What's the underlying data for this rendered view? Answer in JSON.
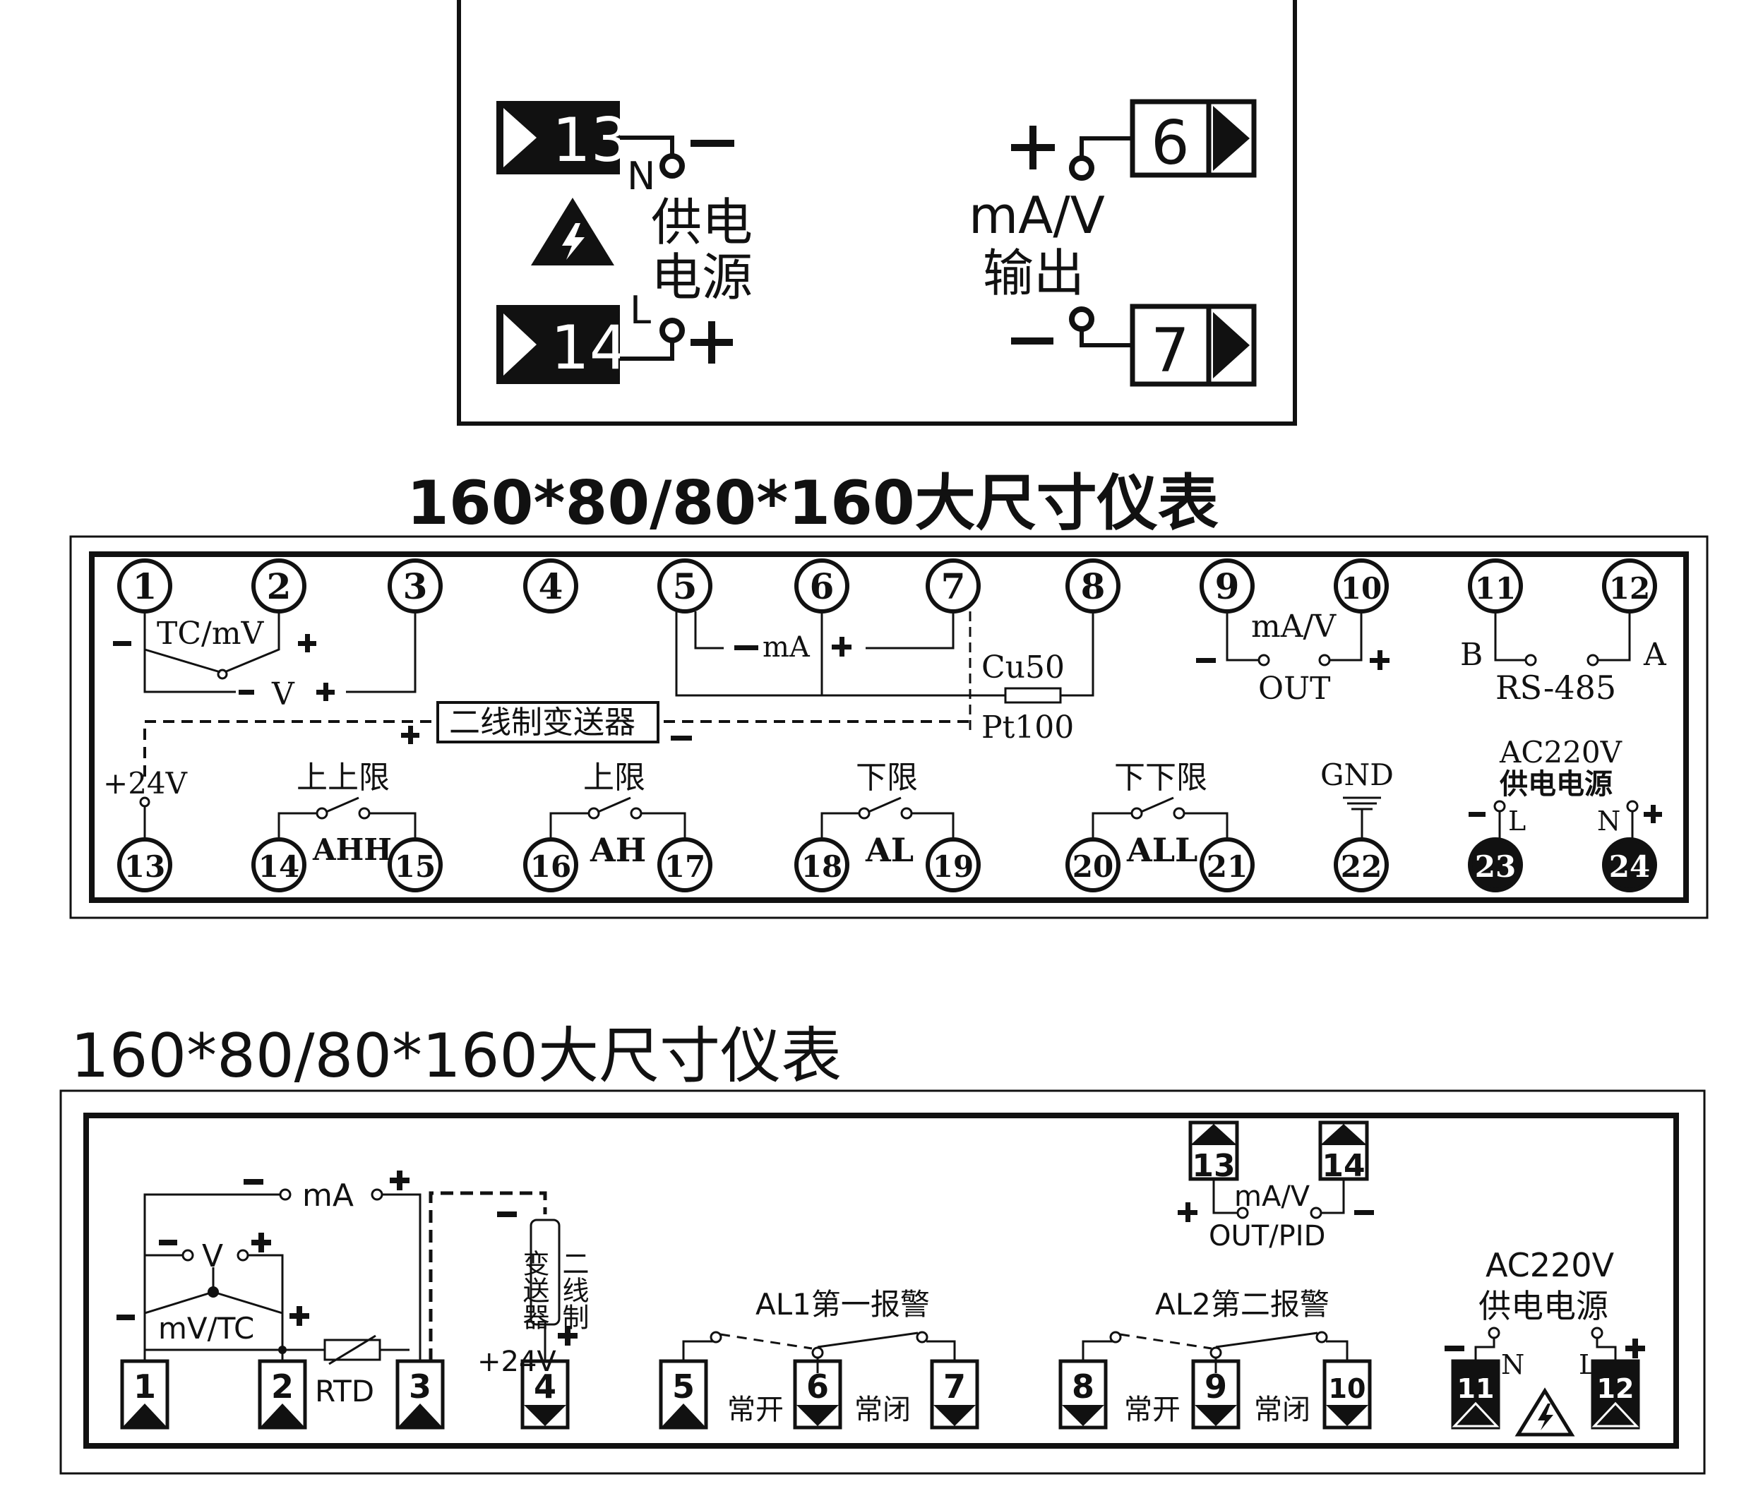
{
  "panel_top": {
    "terminals": {
      "t13": "13",
      "t14": "14",
      "t6": "6",
      "t7": "7"
    },
    "n_label": "N",
    "l_label": "L",
    "minus": "−",
    "plus": "+",
    "power_label_1": "供电",
    "power_label_2": "电源",
    "output_label_1": "mA/V",
    "output_label_2": "输出",
    "warning_icon": "high-voltage-icon"
  },
  "section1": {
    "title": "160*80/80*160大尺寸仪表",
    "top_terminals": [
      "1",
      "2",
      "3",
      "4",
      "5",
      "6",
      "7",
      "8",
      "9",
      "10",
      "11",
      "12"
    ],
    "bottom_terminals": [
      "13",
      "14",
      "15",
      "16",
      "17",
      "18",
      "19",
      "20",
      "21",
      "22",
      "23",
      "24"
    ],
    "labels": {
      "tc_mv": "TC/mV",
      "v": "V",
      "ma": "mA",
      "cu50": "Cu50",
      "pt100": "Pt100",
      "transmitter": "二线制变送器",
      "ma_v": "mA/V",
      "out": "OUT",
      "b": "B",
      "a": "A",
      "rs485": "RS-485",
      "p24v": "+24V",
      "ahh_top": "上上限",
      "ahh": "AHH",
      "ah_top": "上限",
      "ah": "AH",
      "al_top": "下限",
      "al": "AL",
      "all_top": "下下限",
      "all": "ALL",
      "gnd": "GND",
      "ac220v": "AC220V",
      "power": "供电电源",
      "l": "L",
      "n": "N"
    }
  },
  "section2": {
    "title": "160*80/80*160大尺寸仪表",
    "bottom_terminals": [
      "1",
      "2",
      "3",
      "4",
      "5",
      "6",
      "7",
      "8",
      "9",
      "10",
      "11",
      "12"
    ],
    "top_terminals": [
      "13",
      "14"
    ],
    "labels": {
      "ma": "mA",
      "v": "V",
      "mv_tc": "mV/TC",
      "rtd": "RTD",
      "transmitter_1": "变送器",
      "transmitter_2": "二线制",
      "p24v": "+24V",
      "al1": "AL1第一报警",
      "al2": "AL2第二报警",
      "no": "常开",
      "nc": "常闭",
      "ma_v": "mA/V",
      "out_pid": "OUT/PID",
      "ac220v": "AC220V",
      "power": "供电电源",
      "n": "N",
      "l": "L"
    }
  }
}
